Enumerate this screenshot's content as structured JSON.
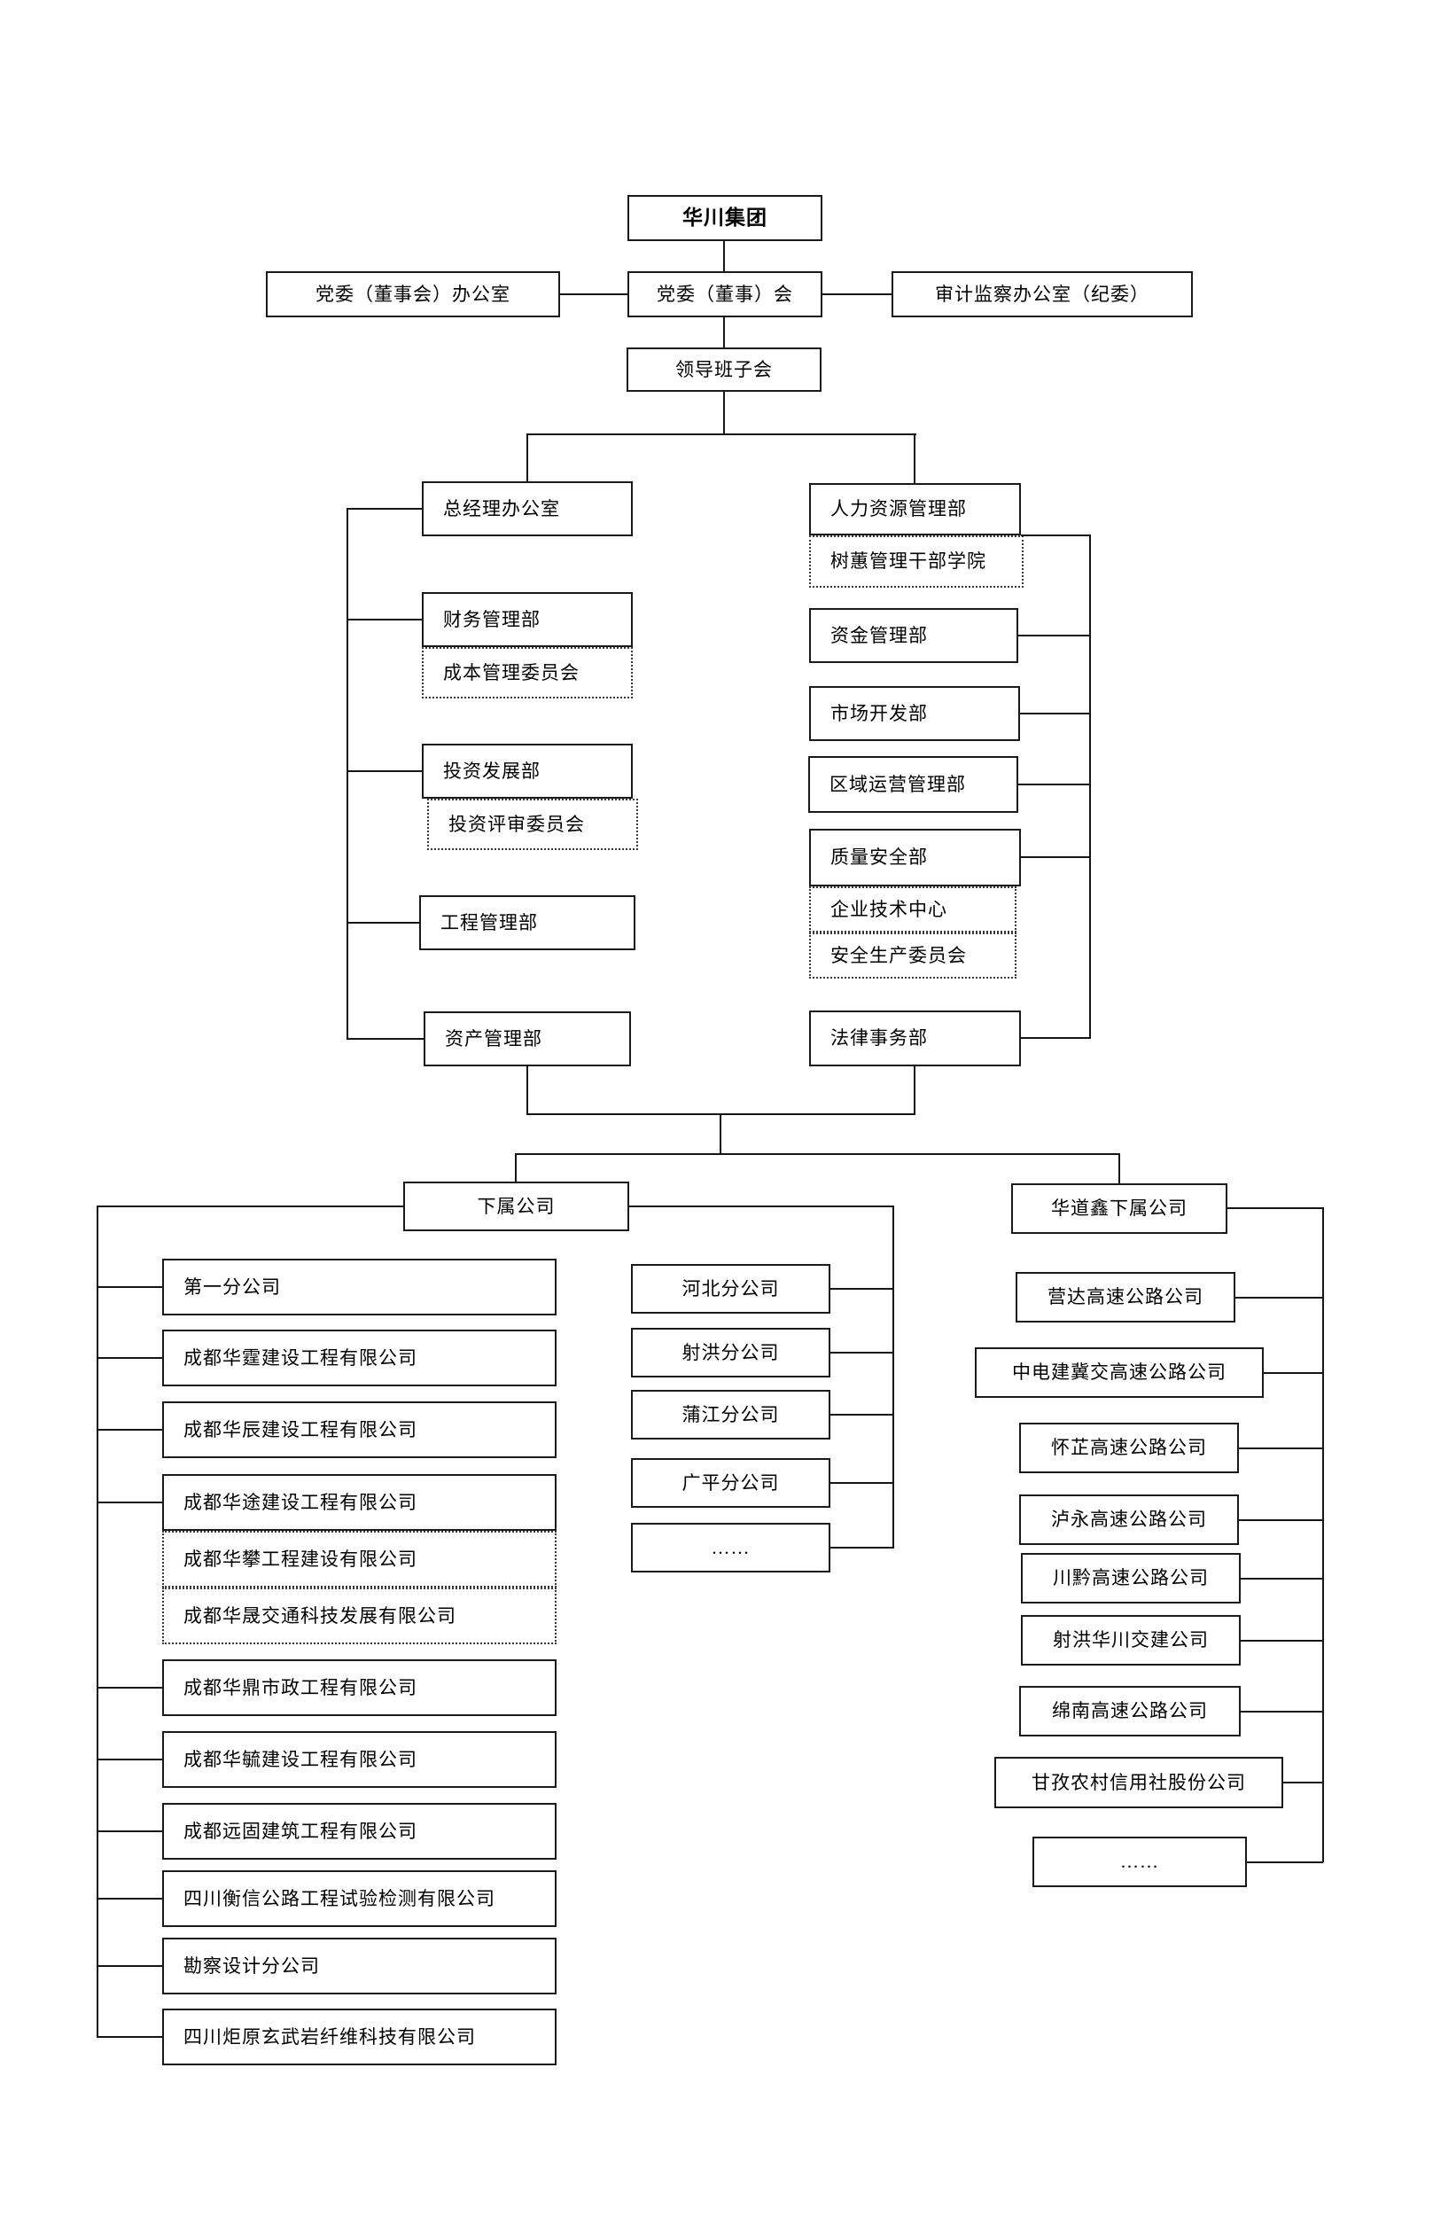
{
  "group_name": "华川集团",
  "top": {
    "party_office": "党委（董事会）办公室",
    "party_board": "党委（董事）会",
    "audit_office": "审计监察办公室（纪委）",
    "leadership_meeting": "领导班子会"
  },
  "left_departments": {
    "gm_office": "总经理办公室",
    "finance_dept": "财务管理部",
    "cost_committee": "成本管理委员会",
    "investment_dept": "投资发展部",
    "investment_review_committee": "投资评审委员会",
    "engineering_dept": "工程管理部",
    "asset_dept": "资产管理部"
  },
  "right_departments": {
    "hr_dept": "人力资源管理部",
    "shuhui_academy": "树蕙管理干部学院",
    "fund_dept": "资金管理部",
    "market_dept": "市场开发部",
    "regional_operation_dept": "区域运营管理部",
    "quality_safety_dept": "质量安全部",
    "enterprise_tech_center": "企业技术中心",
    "safety_production_committee": "安全生产委员会",
    "legal_dept": "法律事务部"
  },
  "subsidiaries": {
    "header": "下属公司",
    "companies": [
      "第一分公司",
      "成都华霆建设工程有限公司",
      "成都华辰建设工程有限公司",
      "成都华途建设工程有限公司",
      "成都华攀工程建设有限公司",
      "成都华晟交通科技发展有限公司",
      "成都华鼎市政工程有限公司",
      "成都华毓建设工程有限公司",
      "成都远固建筑工程有限公司",
      "四川衡信公路工程试验检测有限公司",
      "勘察设计分公司",
      "四川炬原玄武岩纤维科技有限公司"
    ],
    "branches": [
      "河北分公司",
      "射洪分公司",
      "蒲江分公司",
      "广平分公司",
      "……"
    ]
  },
  "huadaoxin": {
    "header": "华道鑫下属公司",
    "companies": [
      "营达高速公路公司",
      "中电建冀交高速公路公司",
      "怀芷高速公路公司",
      "泸永高速公路公司",
      "川黔高速公路公司",
      "射洪华川交建公司",
      "绵南高速公路公司",
      "甘孜农村信用社股份公司",
      "……"
    ]
  },
  "colors": {
    "line": "#161616",
    "box_border": "#1a1a1a",
    "background": "#ffffff",
    "text": "#000000"
  }
}
